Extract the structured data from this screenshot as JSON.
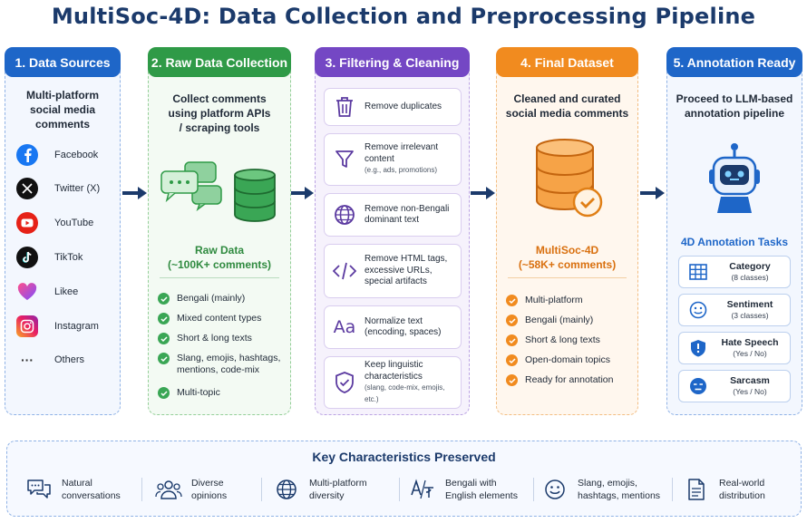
{
  "title": "MultiSoc-4D: Data Collection and Preprocessing Pipeline",
  "colors": {
    "blue": "#1e66c8",
    "green": "#2f9a47",
    "purple": "#7447c4",
    "orange": "#f18b1f",
    "navy": "#1b3a6b"
  },
  "sources": {
    "header": "1. Data Sources",
    "description": [
      "Multi-platform",
      "social media",
      "comments"
    ],
    "items": [
      {
        "icon": "facebook-icon",
        "label": "Facebook"
      },
      {
        "icon": "x-twitter-icon",
        "label": "Twitter (X)"
      },
      {
        "icon": "youtube-icon",
        "label": "YouTube"
      },
      {
        "icon": "tiktok-icon",
        "label": "TikTok"
      },
      {
        "icon": "likee-icon",
        "label": "Likee"
      },
      {
        "icon": "instagram-icon",
        "label": "Instagram"
      },
      {
        "icon": "more-dots-icon",
        "label": "Others"
      }
    ]
  },
  "raw": {
    "header": "2. Raw Data Collection",
    "description": [
      "Collect comments",
      "using platform APIs",
      "/ scraping tools"
    ],
    "subtitle": [
      "Raw Data",
      "(~100K+ comments)"
    ],
    "checks": [
      [
        "Bengali (mainly)"
      ],
      [
        "Mixed content types"
      ],
      [
        "Short & long texts"
      ],
      [
        "Slang, emojis, hashtags,",
        "mentions, code-mix"
      ],
      [
        "Multi-topic"
      ]
    ]
  },
  "filtering": {
    "header": "3. Filtering & Cleaning",
    "steps": [
      {
        "icon": "trash-icon",
        "lines": [
          "Remove duplicates"
        ],
        "sub": ""
      },
      {
        "icon": "filter-icon",
        "lines": [
          "Remove irrelevant",
          "content"
        ],
        "sub": "(e.g., ads, promotions)"
      },
      {
        "icon": "globe-icon",
        "lines": [
          "Remove non-Bengali",
          "dominant text"
        ],
        "sub": ""
      },
      {
        "icon": "code-icon",
        "lines": [
          "Remove HTML tags,",
          "excessive URLs,",
          "special artifacts"
        ],
        "sub": ""
      },
      {
        "icon": "text-aa-icon",
        "lines": [
          "Normalize text",
          "(encoding, spaces)"
        ],
        "sub": ""
      },
      {
        "icon": "shield-check-icon",
        "lines": [
          "Keep linguistic",
          "characteristics"
        ],
        "sub": "(slang, code-mix, emojis, etc.)"
      }
    ]
  },
  "final": {
    "header": "4. Final Dataset",
    "description": [
      "Cleaned and curated",
      "social media comments"
    ],
    "subtitle": [
      "MultiSoc-4D",
      "(~58K+ comments)"
    ],
    "checks": [
      "Multi-platform",
      "Bengali (mainly)",
      "Short & long texts",
      "Open-domain topics",
      "Ready for annotation"
    ]
  },
  "annotation": {
    "header": "5. Annotation Ready",
    "description": [
      "Proceed to LLM-based",
      "annotation pipeline"
    ],
    "tasks_title": "4D Annotation Tasks",
    "tasks": [
      {
        "icon": "grid-icon",
        "name": "Category",
        "sub": "(8 classes)"
      },
      {
        "icon": "smiley-icon",
        "name": "Sentiment",
        "sub": "(3 classes)"
      },
      {
        "icon": "shield-alert-icon",
        "name": "Hate Speech",
        "sub": "(Yes / No)"
      },
      {
        "icon": "sarcasm-face-icon",
        "name": "Sarcasm",
        "sub": "(Yes / No)"
      }
    ]
  },
  "bottom": {
    "title": "Key Characteristics Preserved",
    "items": [
      {
        "icon": "chat-bubbles-icon",
        "lines": [
          "Natural",
          "conversations"
        ]
      },
      {
        "icon": "people-icon",
        "lines": [
          "Diverse",
          "opinions"
        ]
      },
      {
        "icon": "globe-icon",
        "lines": [
          "Multi-platform",
          "diversity"
        ]
      },
      {
        "icon": "translate-icon",
        "lines": [
          "Bengali with",
          "English elements"
        ]
      },
      {
        "icon": "smiley-icon",
        "lines": [
          "Slang, emojis,",
          "hashtags, mentions"
        ]
      },
      {
        "icon": "document-icon",
        "lines": [
          "Real-world",
          "distribution"
        ]
      }
    ]
  }
}
